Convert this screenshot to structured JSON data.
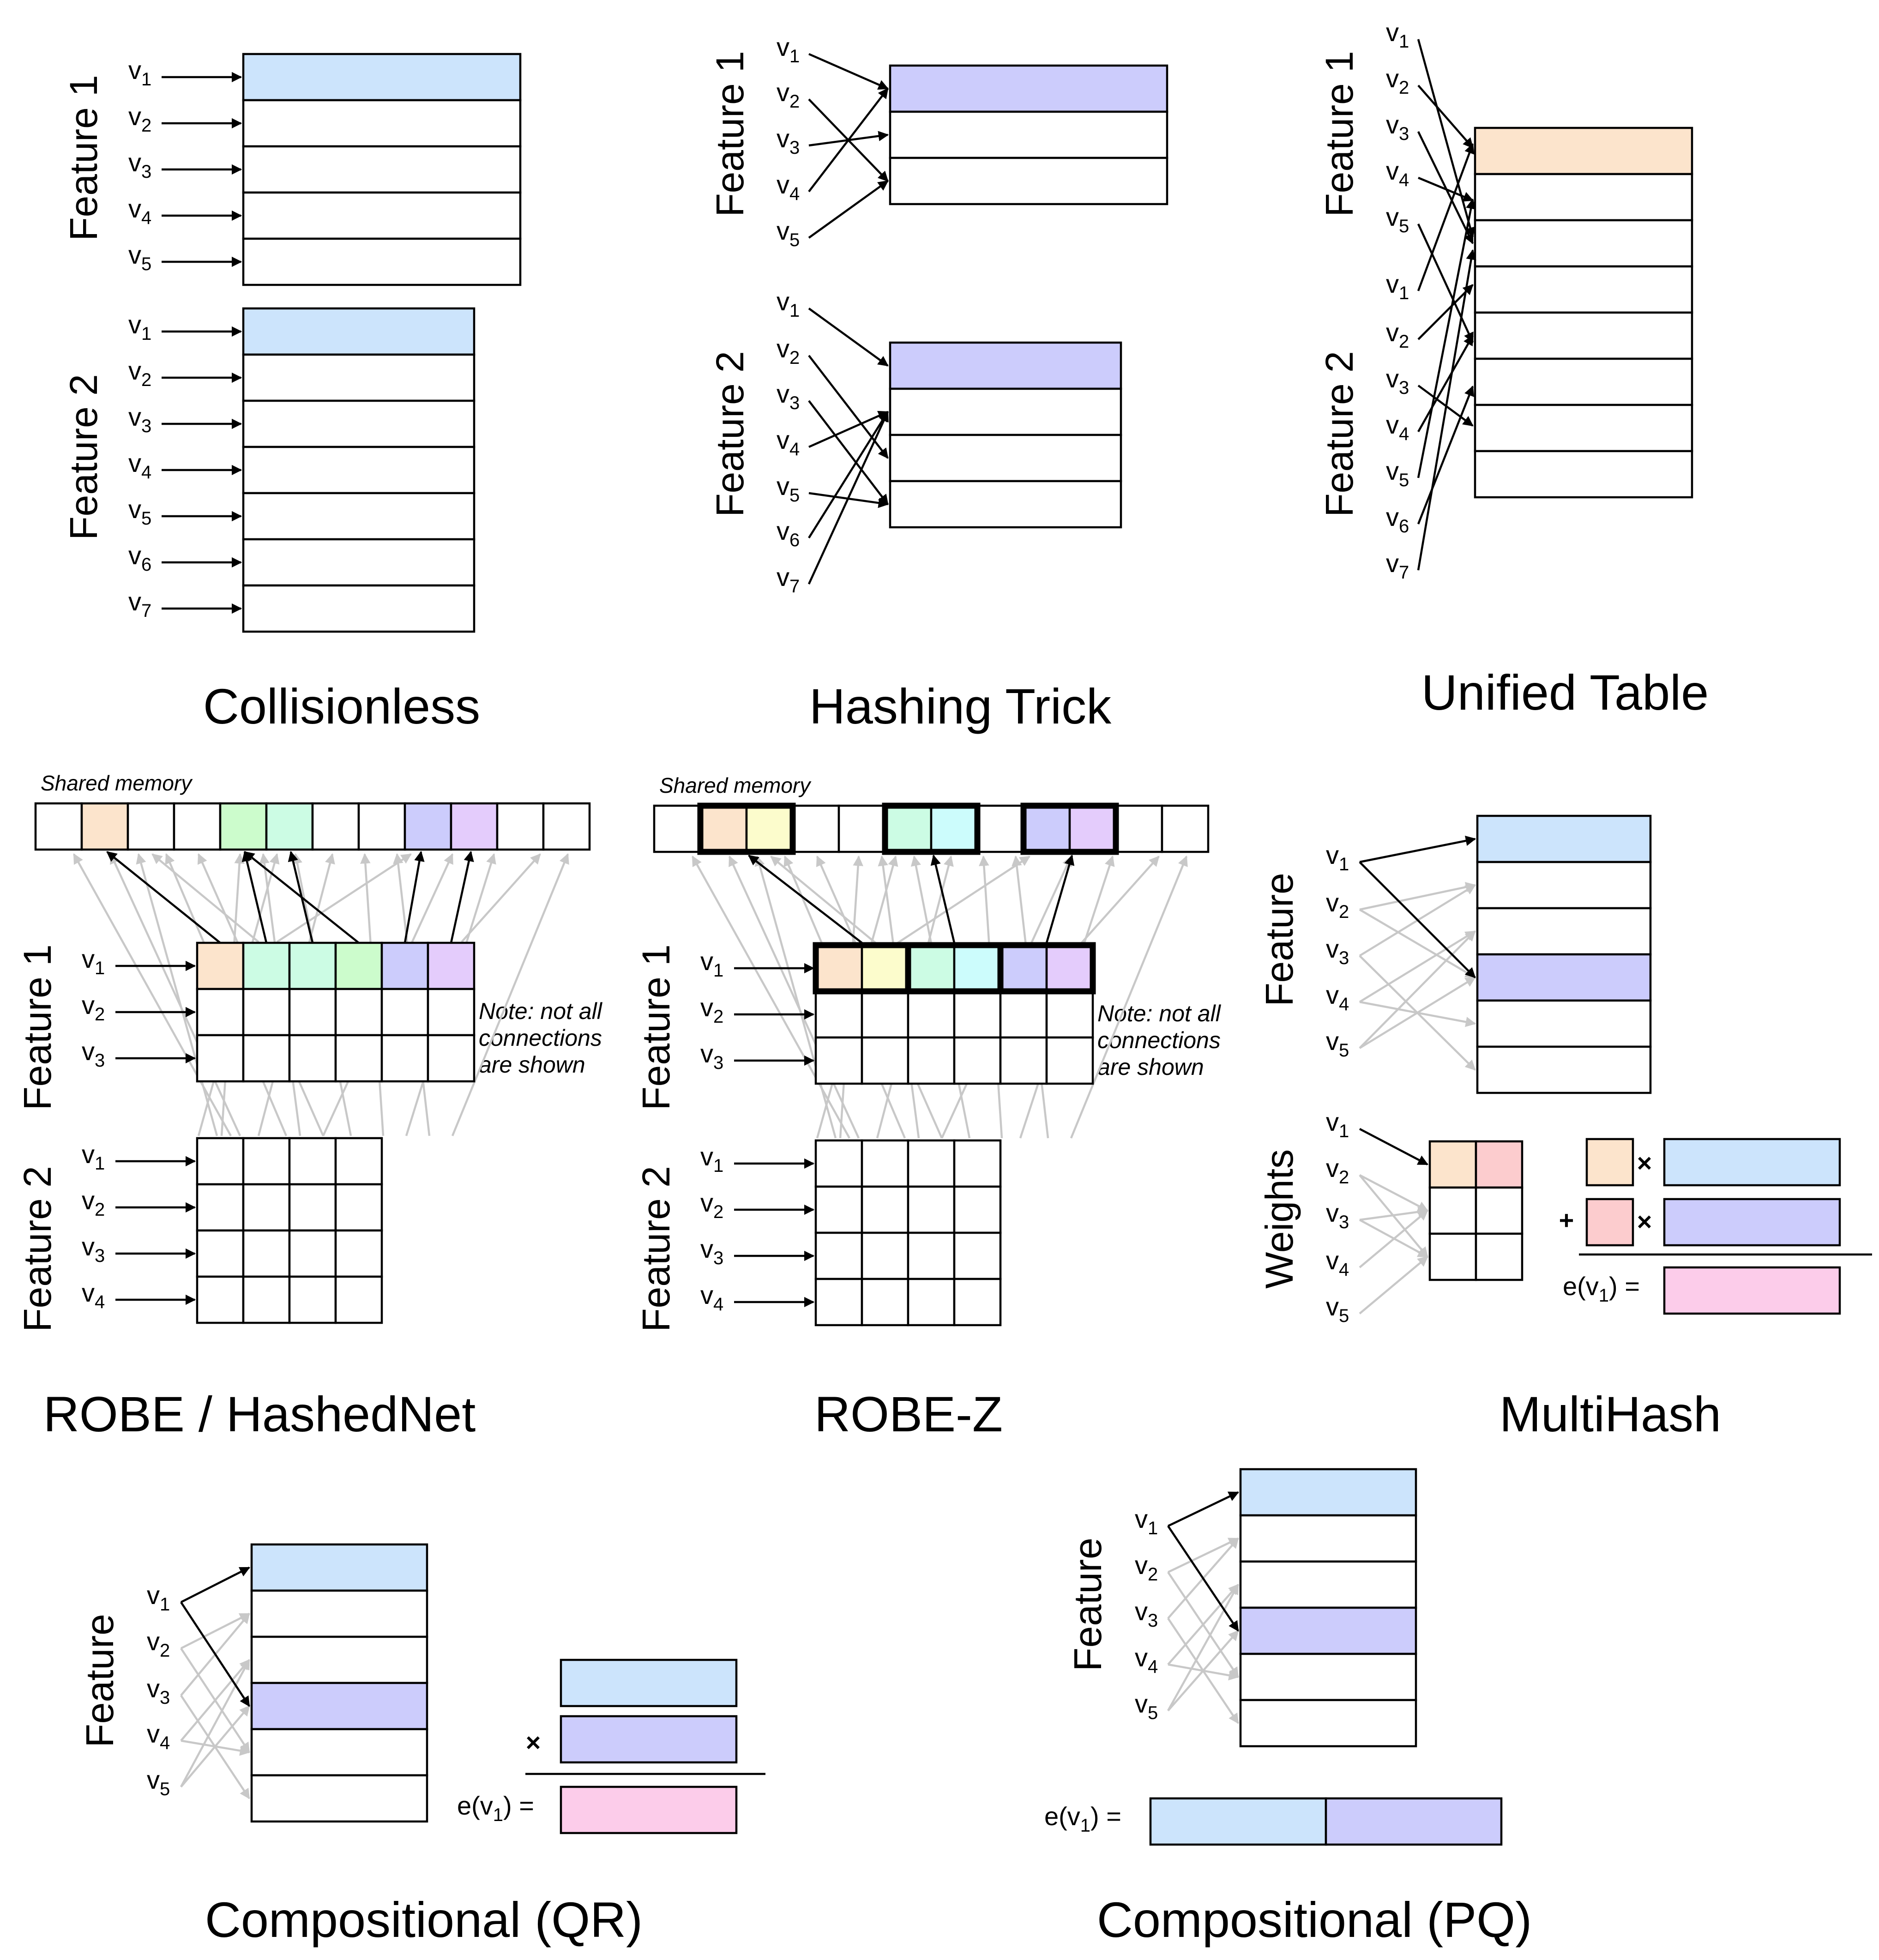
{
  "panels": {
    "collisionless": {
      "title": "Collisionless",
      "features": [
        {
          "label": "Feature 1",
          "rows": [
            "v1",
            "v2",
            "v3",
            "v4",
            "v5"
          ]
        },
        {
          "label": "Feature 2",
          "rows": [
            "v1",
            "v2",
            "v3",
            "v4",
            "v5",
            "v6",
            "v7"
          ]
        }
      ]
    },
    "hashing_trick": {
      "title": "Hashing Trick",
      "features": [
        {
          "label": "Feature 1",
          "rows": [
            "v1",
            "v2",
            "v3",
            "v4",
            "v5"
          ]
        },
        {
          "label": "Feature 2",
          "rows": [
            "v1",
            "v2",
            "v3",
            "v4",
            "v5",
            "v6",
            "v7"
          ]
        }
      ]
    },
    "unified_table": {
      "title": "Unified Table",
      "features": [
        {
          "label": "Feature 1",
          "rows": [
            "v1",
            "v2",
            "v3",
            "v4",
            "v5"
          ]
        },
        {
          "label": "Feature 2",
          "rows": [
            "v1",
            "v2",
            "v3",
            "v4",
            "v5",
            "v6",
            "v7"
          ]
        }
      ]
    },
    "robe": {
      "title": "ROBE / HashedNet",
      "shared_memory": "Shared memory",
      "note": [
        "Note: not all",
        "connections",
        "are shown"
      ],
      "features": [
        {
          "label": "Feature 1",
          "rows": [
            "v1",
            "v2",
            "v3"
          ]
        },
        {
          "label": "Feature 2",
          "rows": [
            "v1",
            "v2",
            "v3",
            "v4"
          ]
        }
      ]
    },
    "robe_z": {
      "title": "ROBE-Z",
      "shared_memory": "Shared memory",
      "note": [
        "Note: not all",
        "connections",
        "are shown"
      ],
      "features": [
        {
          "label": "Feature 1",
          "rows": [
            "v1",
            "v2",
            "v3"
          ]
        },
        {
          "label": "Feature 2",
          "rows": [
            "v1",
            "v2",
            "v3",
            "v4"
          ]
        }
      ]
    },
    "multihash": {
      "title": "MultiHash",
      "feature_label": "Feature",
      "weights_label": "Weights",
      "rows": [
        "v1",
        "v2",
        "v3",
        "v4",
        "v5"
      ],
      "weight_rows": [
        "v1",
        "v2",
        "v3",
        "v4",
        "v5"
      ],
      "times": "×",
      "plus": "+",
      "result": {
        "prefix": "e(v",
        "sub": "1",
        "suffix": ") ="
      }
    },
    "qr": {
      "title": "Compositional (QR)",
      "feature_label": "Feature",
      "rows": [
        "v1",
        "v2",
        "v3",
        "v4",
        "v5"
      ],
      "times": "×",
      "result": {
        "prefix": "e(v",
        "sub": "1",
        "suffix": ") ="
      }
    },
    "pq": {
      "title": "Compositional (PQ)",
      "feature_label": "Feature",
      "rows": [
        "v1",
        "v2",
        "v3",
        "v4",
        "v5"
      ],
      "result": {
        "prefix": "e(v",
        "sub": "1",
        "suffix": ") ="
      }
    }
  },
  "colors": {
    "blue": "#cce4fc",
    "purple": "#ccccfc",
    "orange": "#fce4cc",
    "green": "#ccfccc",
    "teal": "#ccfce4",
    "cyan": "#ccfcfc",
    "yellow": "#fcfccc",
    "lavender": "#e4ccfc",
    "red": "#fcccce",
    "pink": "#fcccea",
    "white": "#ffffff",
    "light_arrow": "#c8c8c8"
  }
}
